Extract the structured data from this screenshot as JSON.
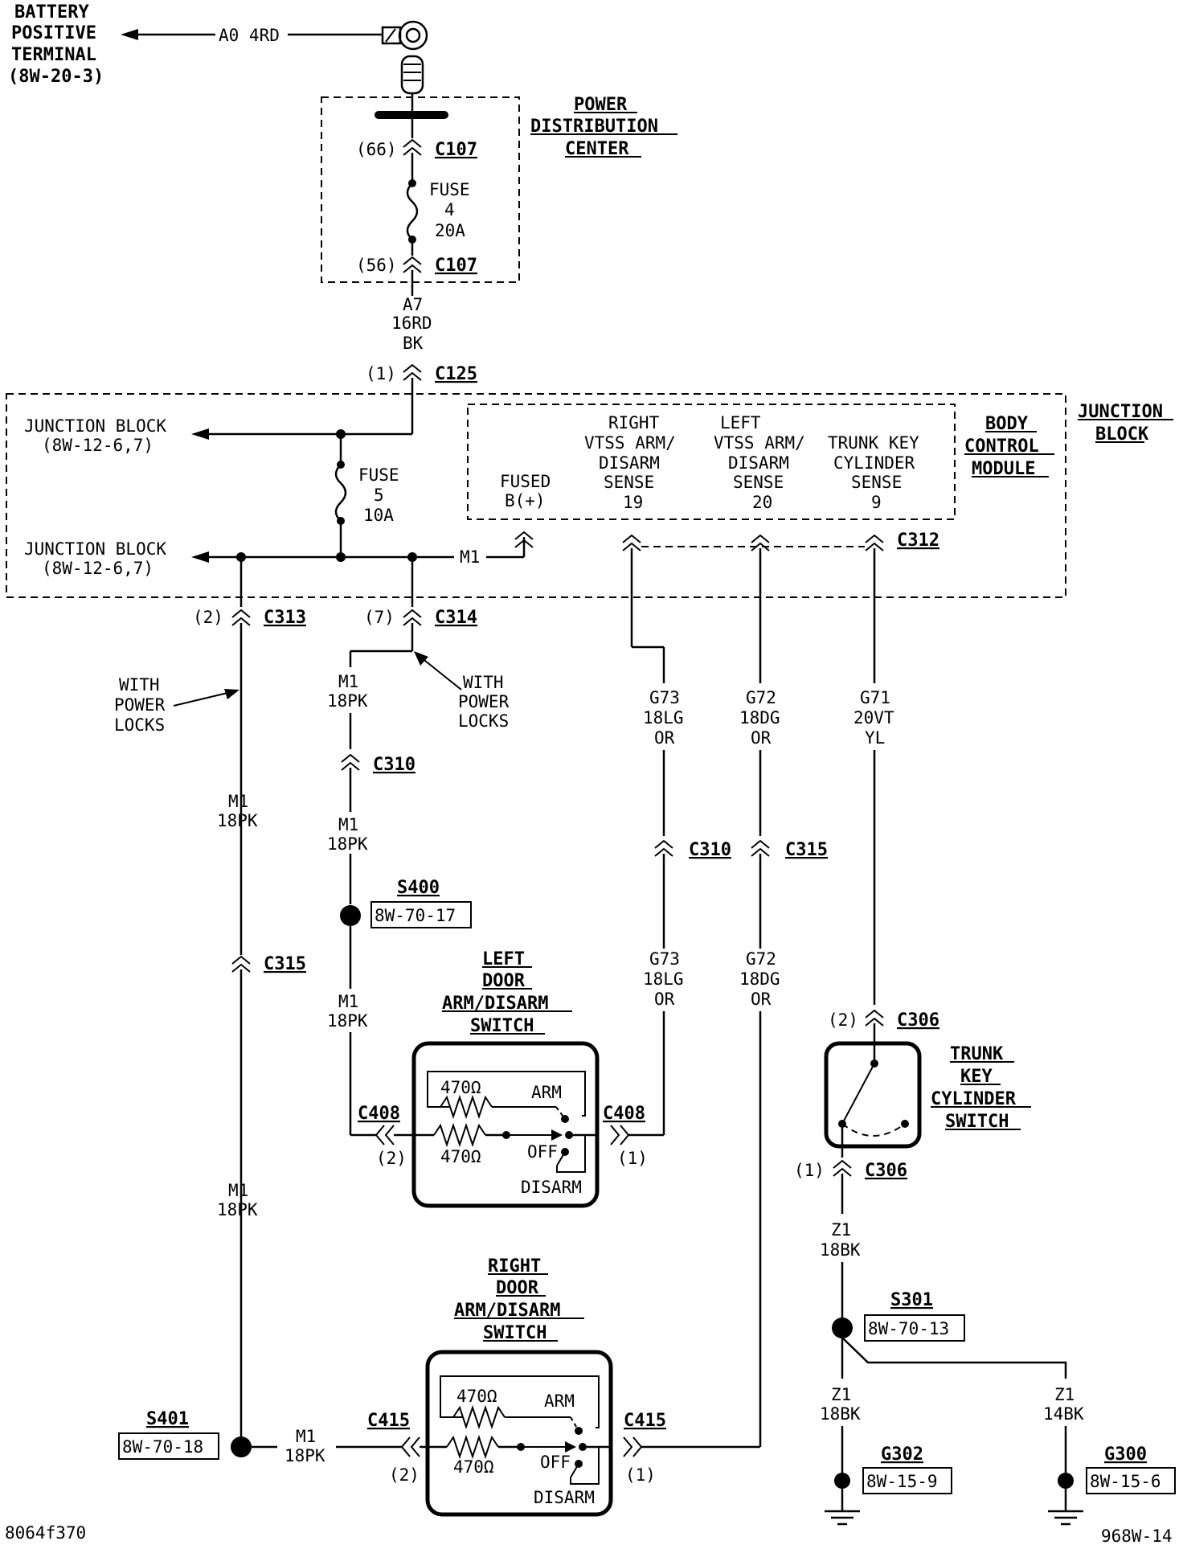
{
  "battery": {
    "line1": "BATTERY",
    "line2": "POSITIVE",
    "line3": "TERMINAL",
    "line4": "(8W-20-3)"
  },
  "battery_wire": "A0 4RD",
  "pdc": {
    "title1": "POWER",
    "title2": "DISTRIBUTION",
    "title3": "CENTER",
    "c107_top_pin": "(66)",
    "c107_bot_pin": "(56)",
    "c107": "C107",
    "fuse_l1": "FUSE",
    "fuse_l2": "4",
    "fuse_l3": "20A"
  },
  "wire_a7": {
    "l1": "A7",
    "l2": "16RD",
    "l3": "BK"
  },
  "c125": {
    "pin": "(1)",
    "name": "C125"
  },
  "junction_block": {
    "title1": "JUNCTION",
    "title2": "BLOCK",
    "ref1_l1": "JUNCTION BLOCK",
    "ref1_l2": "(8W-12-6,7)",
    "ref2_l1": "JUNCTION BLOCK",
    "ref2_l2": "(8W-12-6,7)",
    "fuse_l1": "FUSE",
    "fuse_l2": "5",
    "fuse_l3": "10A",
    "m1": "M1"
  },
  "bcm": {
    "title1": "BODY",
    "title2": "CONTROL",
    "title3": "MODULE",
    "fused_l1": "FUSED",
    "fused_l2": "B(+)",
    "right_l1": "RIGHT",
    "right_l2": "VTSS ARM/",
    "right_l3": "DISARM",
    "right_l4": "SENSE",
    "right_l5": "19",
    "left_l1": "LEFT",
    "left_l2": "VTSS ARM/",
    "left_l3": "DISARM",
    "left_l4": "SENSE",
    "left_l5": "20",
    "trunk_l1": "TRUNK KEY",
    "trunk_l2": "CYLINDER",
    "trunk_l3": "SENSE",
    "trunk_l4": "9",
    "c312": "C312"
  },
  "c313": {
    "pin": "(2)",
    "name": "C313"
  },
  "c314": {
    "pin": "(7)",
    "name": "C314"
  },
  "with_power_locks_1": {
    "l1": "WITH",
    "l2": "POWER",
    "l3": "LOCKS"
  },
  "with_power_locks_2": {
    "l1": "WITH",
    "l2": "POWER",
    "l3": "LOCKS"
  },
  "wires": {
    "m1_a": {
      "l1": "M1",
      "l2": "18PK"
    },
    "m1_b": {
      "l1": "M1",
      "l2": "18PK"
    },
    "m1_c": {
      "l1": "M1",
      "l2": "18PK"
    },
    "m1_d": {
      "l1": "M1",
      "l2": "18PK"
    },
    "m1_e": {
      "l1": "M1",
      "l2": "18PK"
    },
    "m1_f": {
      "l1": "M1",
      "l2": "18PK"
    },
    "g73_a": {
      "l1": "G73",
      "l2": "18LG",
      "l3": "OR"
    },
    "g72_a": {
      "l1": "G72",
      "l2": "18DG",
      "l3": "OR"
    },
    "g71": {
      "l1": "G71",
      "l2": "20VT",
      "l3": "YL"
    },
    "g73_b": {
      "l1": "G73",
      "l2": "18LG",
      "l3": "OR"
    },
    "g72_b": {
      "l1": "G72",
      "l2": "18DG",
      "l3": "OR"
    },
    "z1_a": {
      "l1": "Z1",
      "l2": "18BK"
    },
    "z1_b": {
      "l1": "Z1",
      "l2": "18BK"
    },
    "z1_c": {
      "l1": "Z1",
      "l2": "14BK"
    }
  },
  "connectors": {
    "c310_a": "C310",
    "c310_b": "C310",
    "c315_a": "C315",
    "c315_b": "C315"
  },
  "s400": {
    "name": "S400",
    "ref": "8W-70-17"
  },
  "s401": {
    "name": "S401",
    "ref": "8W-70-18"
  },
  "s301": {
    "name": "S301",
    "ref": "8W-70-13"
  },
  "left_switch": {
    "t1": "LEFT",
    "t2": "DOOR",
    "t3": "ARM/DISARM",
    "t4": "SWITCH",
    "r1": "470Ω",
    "r2": "470Ω",
    "arm": "ARM",
    "off": "OFF",
    "disarm": "DISARM",
    "c408_l": "C408",
    "c408_r": "C408",
    "pin_l": "(2)",
    "pin_r": "(1)"
  },
  "right_switch": {
    "t1": "RIGHT",
    "t2": "DOOR",
    "t3": "ARM/DISARM",
    "t4": "SWITCH",
    "r1": "470Ω",
    "r2": "470Ω",
    "arm": "ARM",
    "off": "OFF",
    "disarm": "DISARM",
    "c415_l": "C415",
    "c415_r": "C415",
    "pin_l": "(2)",
    "pin_r": "(1)"
  },
  "trunk_switch": {
    "t1": "TRUNK",
    "t2": "KEY",
    "t3": "CYLINDER",
    "t4": "SWITCH",
    "c306_top_pin": "(2)",
    "c306_top": "C306",
    "c306_bot_pin": "(1)",
    "c306_bot": "C306"
  },
  "g302": {
    "name": "G302",
    "ref": "8W-15-9"
  },
  "g300": {
    "name": "G300",
    "ref": "8W-15-6"
  },
  "footer_left": "8064f370",
  "footer_right": "968W-14"
}
